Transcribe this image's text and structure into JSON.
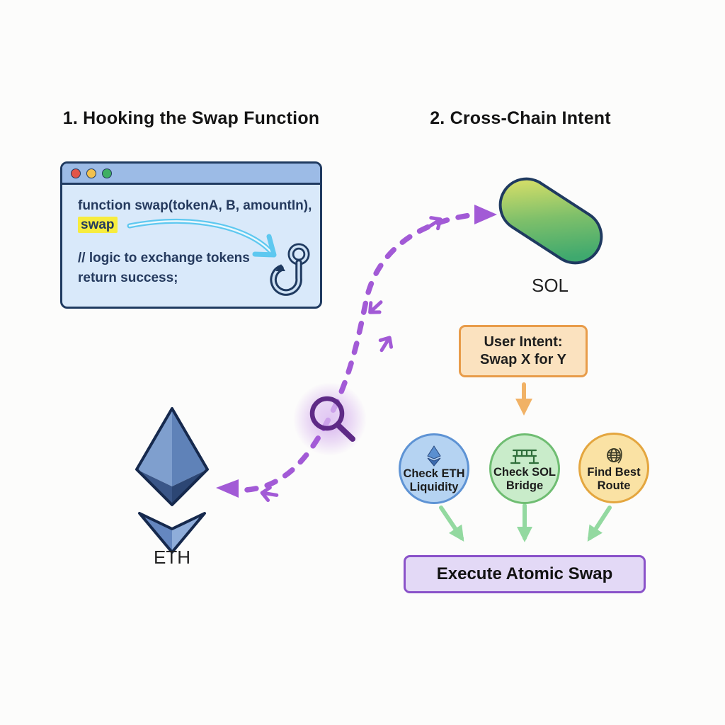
{
  "panels": {
    "hooking": {
      "title": "1. Hooking the Swap Function",
      "code_window": {
        "window_controls": [
          "close-dot",
          "minimize-dot",
          "maximize-dot"
        ],
        "line1": "function swap(tokenA, B, amountIn),",
        "highlighted_token": "swap",
        "comment_line": "// logic to exchange tokens",
        "return_line": "return success;",
        "hook_icon": "hook-icon",
        "arrow_icon": "cyan-curved-arrow-icon"
      },
      "eth_label": "ETH",
      "eth_icon": "ethereum-logo-icon"
    },
    "intent": {
      "title": "2. Cross-Chain Intent",
      "sol_label": "SOL",
      "sol_icon": "sol-pill-icon",
      "user_intent": {
        "line1": "User Intent:",
        "line2": "Swap X for Y"
      },
      "checks": [
        {
          "label": "Check ETH Liquidity",
          "icon": "eth-diamond-icon"
        },
        {
          "label": "Check SOL Bridge",
          "icon": "bridge-icon"
        },
        {
          "label": "Find Best Route",
          "icon": "globe-icon"
        }
      ],
      "execute_label": "Execute Atomic Swap"
    },
    "connector": {
      "icon": "magnifier-icon",
      "style": "purple-dashed-bidirectional"
    }
  },
  "colors": {
    "purple_dash": "#a25ad6",
    "magnifier_purple": "#5e2a86",
    "cyan_arrow": "#5ec8f0",
    "highlight_yellow": "#f7ec3e",
    "window_border_navy": "#1f3a60",
    "window_titlebar_blue": "#9cbbe6",
    "window_body_blue": "#d9e9fa",
    "intent_orange_border": "#e89c4a",
    "intent_orange_fill": "#fbe2bf",
    "orange_arrow": "#f1b266",
    "green_arrow": "#93d9a0",
    "execute_purple_border": "#8a52c9",
    "execute_lavender_fill": "#e3d9f6",
    "circle_blue": "#5e93d4",
    "circle_green": "#6fbd72",
    "circle_orange": "#e4a63f",
    "sol_gradient": [
      "#ece668",
      "#3fa96e"
    ],
    "eth_blue_dark": "#2c4674",
    "eth_blue_light": "#7f9fce"
  }
}
